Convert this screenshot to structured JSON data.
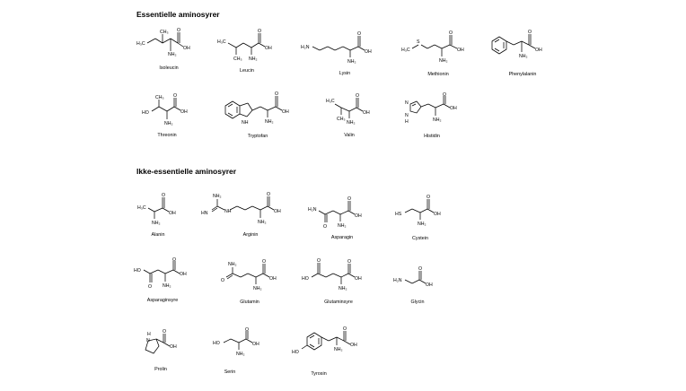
{
  "sections": {
    "essential_title": "Essentielle aminosyrer",
    "nonessential_title": "Ikke-essentielle aminosyrer"
  },
  "essential": [
    {
      "name": "Isoleucin",
      "labels": {
        "ch3": "CH₃",
        "h3c": "H₃C",
        "oh": "OH",
        "o": "O",
        "nh2": "NH₂"
      }
    },
    {
      "name": "Leucin",
      "labels": {
        "h3c": "H₃C",
        "ch3": "CH₃",
        "oh": "OH",
        "o": "O",
        "nh2": "NH₂"
      }
    },
    {
      "name": "Lysin",
      "labels": {
        "h2n": "H₂N",
        "oh": "OH",
        "o": "O",
        "nh2": "NH₂"
      }
    },
    {
      "name": "Methionin",
      "labels": {
        "s": "S",
        "h3c": "H₃C",
        "oh": "OH",
        "o": "O",
        "nh2": "NH₂"
      }
    },
    {
      "name": "Phenylalanin",
      "labels": {
        "oh": "OH",
        "o": "O",
        "nh2": "NH₂"
      }
    },
    {
      "name": "Threonin",
      "labels": {
        "ch3": "CH₃",
        "ho": "HO",
        "oh": "OH",
        "o": "O",
        "nh2": "NH₂"
      }
    },
    {
      "name": "Tryptofan",
      "labels": {
        "nh": "NH",
        "oh": "OH",
        "o": "O",
        "nh2": "NH₂"
      }
    },
    {
      "name": "Valin",
      "labels": {
        "h3c": "H₃C",
        "ch3": "CH₃",
        "oh": "OH",
        "o": "O",
        "nh2": "NH₂"
      }
    },
    {
      "name": "Histidin",
      "labels": {
        "n": "N",
        "nh": "N",
        "h": "H",
        "oh": "OH",
        "o": "O",
        "nh2": "NH₂"
      }
    }
  ],
  "nonessential": [
    {
      "name": "Alanin",
      "labels": {
        "h3c": "H₃C",
        "oh": "OH",
        "o": "O",
        "nh2": "NH₂"
      }
    },
    {
      "name": "Arginin",
      "labels": {
        "nh2a": "NH₂",
        "hn": "HN",
        "nh": "NH",
        "oh": "OH",
        "o": "O",
        "nh2": "NH₂"
      }
    },
    {
      "name": "Asparagin",
      "labels": {
        "h2n": "H₂N",
        "o1": "O",
        "oh": "OH",
        "o": "O",
        "nh2": "NH₂"
      }
    },
    {
      "name": "Cystein",
      "labels": {
        "hs": "HS",
        "oh": "OH",
        "o": "O",
        "nh2": "NH₂"
      }
    },
    {
      "name": "Asparaginsyre",
      "labels": {
        "ho": "HO",
        "o1": "O",
        "oh": "OH",
        "o": "O",
        "nh2": "NH₂"
      }
    },
    {
      "name": "Glutamin",
      "labels": {
        "nh2a": "NH₂",
        "o1": "O",
        "oh": "OH",
        "o": "O",
        "nh2": "NH₂"
      }
    },
    {
      "name": "Glutaminsyre",
      "labels": {
        "ho": "HO",
        "o1": "O",
        "oh": "OH",
        "o": "O",
        "nh2": "NH₂"
      }
    },
    {
      "name": "Glycin",
      "labels": {
        "h2n": "H₂N",
        "oh": "OH",
        "o": "O"
      }
    },
    {
      "name": "Prolin",
      "labels": {
        "h": "H",
        "n": "N",
        "oh": "OH",
        "o": "O"
      }
    },
    {
      "name": "Serin",
      "labels": {
        "ho": "HO",
        "oh": "OH",
        "o": "O",
        "nh2": "NH₂"
      }
    },
    {
      "name": "Tyrosin",
      "labels": {
        "ho": "HO",
        "oh": "OH",
        "o": "O",
        "nh2": "NH₂"
      }
    }
  ]
}
